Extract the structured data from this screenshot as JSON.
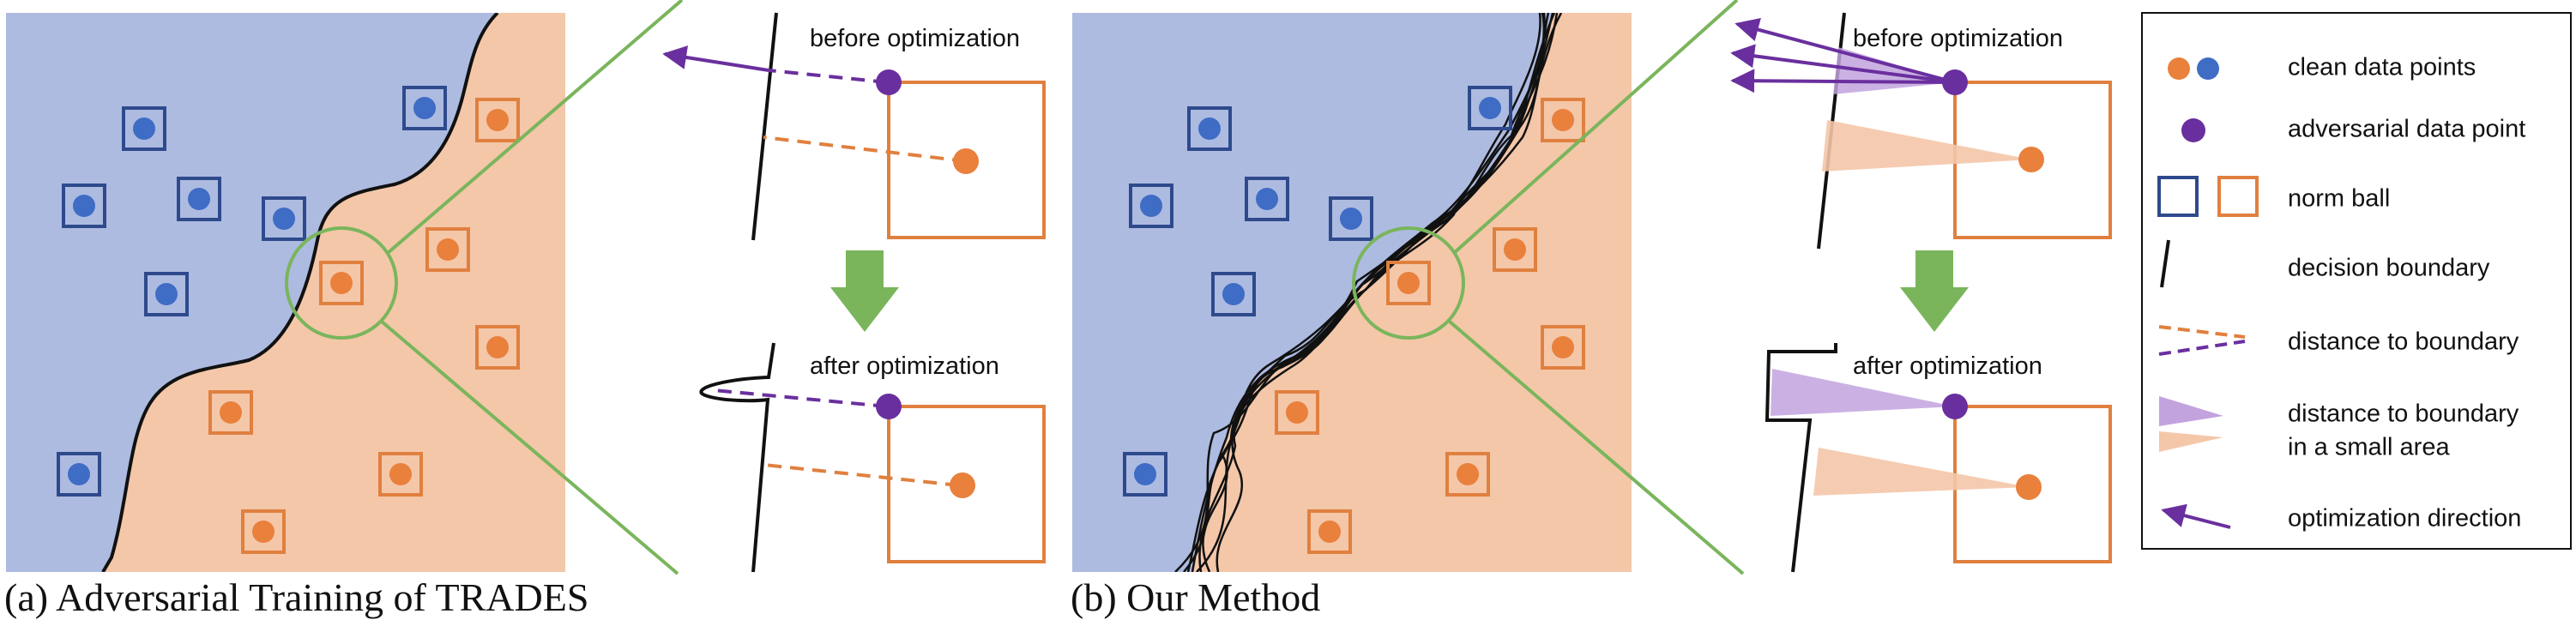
{
  "panels": {
    "a": {
      "caption": "(a) Adversarial Training of TRADES"
    },
    "b": {
      "caption": "(b) Our Method"
    }
  },
  "zoom": {
    "before_label": "before optimization",
    "after_label": "after optimization"
  },
  "legend": {
    "items": [
      {
        "label": "clean data points",
        "icon": "clean-points-icon"
      },
      {
        "label": "adversarial data point",
        "icon": "adversarial-point-icon"
      },
      {
        "label": "norm ball",
        "icon": "norm-ball-icon"
      },
      {
        "label": "decision boundary",
        "icon": "decision-boundary-icon"
      },
      {
        "label": "distance to boundary",
        "icon": "distance-lines-icon"
      },
      {
        "label": "distance to boundary",
        "label_line2": "in a small area",
        "icon": "distance-area-icon"
      },
      {
        "label": "optimization direction",
        "icon": "arrow-icon"
      }
    ]
  },
  "colors": {
    "blue_region": "#adbbe1",
    "orange_region": "#f4c7a9",
    "blue_point": "#3f6cc4",
    "blue_box": "#2e4a8c",
    "orange_point": "#e9803c",
    "orange_box": "#e0803f",
    "purple": "#6a2f9e",
    "green": "#7ab55c",
    "boundary": "#111111"
  }
}
